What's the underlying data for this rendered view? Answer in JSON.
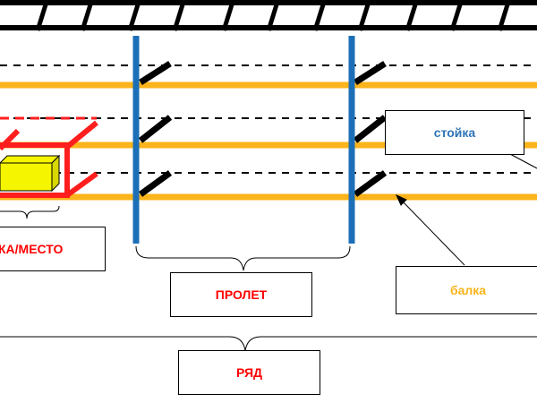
{
  "diagram": {
    "labels": {
      "stand": "стойка",
      "beam": "балка",
      "span": "ПРОЛЕТ",
      "row": "РЯД",
      "cell": "КА/МЕСТО"
    },
    "colors": {
      "beam": "#FBB41B",
      "upright": "#1C6FB7",
      "highlight": "#FF1E1E",
      "pallet": "#F5F500",
      "stand_text": "#2E75B6",
      "red_text": "#FF0000"
    }
  }
}
